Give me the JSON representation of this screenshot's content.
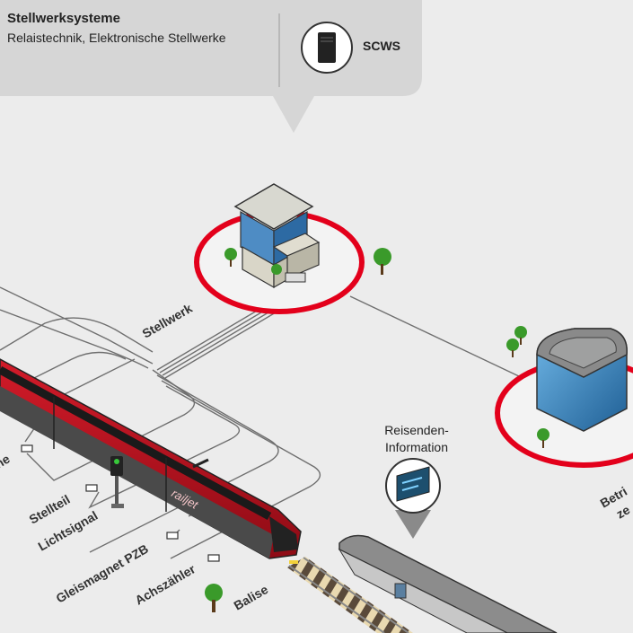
{
  "callout": {
    "title": "Stellwerksysteme",
    "subtitle": "Relaistechnik, Elektronische Stellwerke",
    "system_label": "SCWS",
    "icon": "server-icon"
  },
  "labels": {
    "stellwerk": "Stellwerk",
    "passenger_info": [
      "Reisenden-",
      "Information"
    ],
    "stellteil": "Stellteil",
    "lichtsignal": "Lichtsignal",
    "gleismagnet": "Gleismagnet PZB",
    "achszaehler": "Achszähler",
    "balise": "Balise",
    "left_partial": "ne",
    "right_partial": [
      "Betri",
      "ze"
    ]
  },
  "train": {
    "brand_text": "railjet"
  },
  "colors": {
    "background": "#ececec",
    "callout": "#d6d6d6",
    "ring": "#e3001b",
    "train_red": "#b0101c",
    "cable": "#6f6f6f"
  }
}
